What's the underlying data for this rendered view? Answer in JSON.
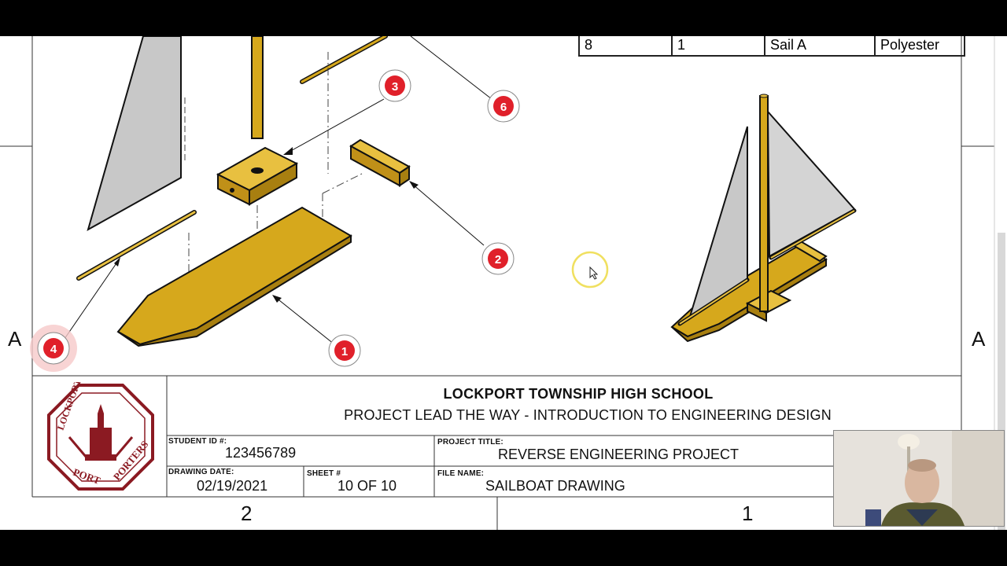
{
  "bom_row": {
    "item": "8",
    "qty": "1",
    "part": "Sail A",
    "material": "Polyester"
  },
  "zones": {
    "left_letter": "A",
    "right_letter": "A",
    "col_2": "2",
    "col_1": "1"
  },
  "balloons": [
    {
      "number": "1"
    },
    {
      "number": "2"
    },
    {
      "number": "3"
    },
    {
      "number": "4"
    },
    {
      "number": "6"
    }
  ],
  "title_block": {
    "school": "LOCKPORT TOWNSHIP HIGH SCHOOL",
    "course": "PROJECT LEAD THE WAY - INTRODUCTION TO ENGINEERING DESIGN",
    "student_id_label": "STUDENT ID #:",
    "student_id": "123456789",
    "project_title_label": "PROJECT TITLE:",
    "project_title": "REVERSE ENGINEERING PROJECT",
    "drawing_date_label": "DRAWING DATE:",
    "drawing_date": "02/19/2021",
    "sheet_label": "SHEET #",
    "sheet": "10 OF 10",
    "file_name_label": "FILE NAME:",
    "file_name": "SAILBOAT DRAWING"
  },
  "logo_text": {
    "top": "LOCKPORT",
    "bottom_left": "PORT",
    "bottom_right": "PORTERS"
  },
  "colors": {
    "wood": "#d6a81c",
    "wood_dark": "#a87f10",
    "sail": "#c8c8c8",
    "balloon_red": "#e0202a",
    "cursor_ring": "#f0e060",
    "logo": "#8b1a22"
  },
  "icons": {
    "cursor": "mouse-pointer-icon",
    "highlight": "click-highlight-icon"
  }
}
